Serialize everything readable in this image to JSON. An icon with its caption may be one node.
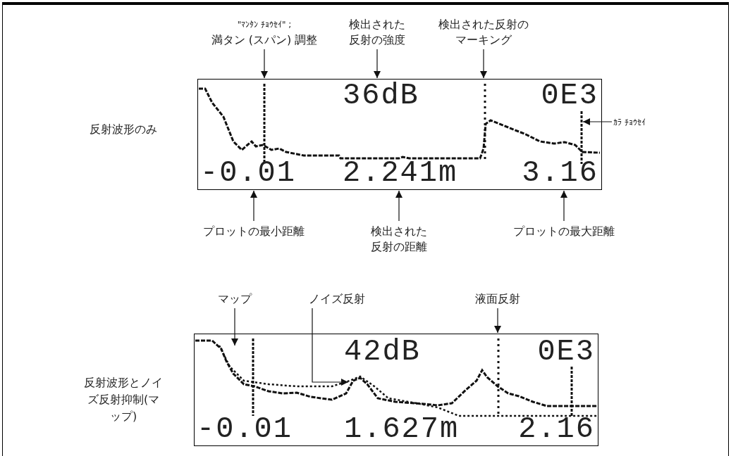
{
  "diagram": {
    "nodes": [
      {
        "text": [
          "36dB",
          "0E3",
          "-0.01",
          "2.241m",
          "3.16"
        ]
      },
      {
        "text": [
          "\"ﾏﾝﾀﾝ ﾁｮｳｾｲ\" ;",
          "満タン (スパン) 調整"
        ]
      },
      {
        "text": [
          "検出された反射の強度"
        ]
      },
      {
        "text": [
          "検出された反射のマーキング"
        ]
      },
      {
        "text": [
          "ｶﾗ ﾁｮｳｾｲ"
        ]
      },
      {
        "text": [
          "プロットの最小距離"
        ]
      },
      {
        "text": [
          "検出された反射の距離"
        ]
      },
      {
        "text": [
          "プロットの最大距離"
        ]
      },
      {
        "text": [
          "42dB",
          "0E3",
          "-0.01",
          "1.627m",
          "2.16"
        ]
      },
      {
        "text": [
          "マップ"
        ]
      },
      {
        "text": [
          "ノイズ反射"
        ]
      },
      {
        "text": [
          "液面反射"
        ]
      }
    ],
    "edges": [
      {
        "from": 1,
        "to": 0,
        "arrow": "to"
      },
      {
        "from": 2,
        "to": 0,
        "arrow": "to"
      },
      {
        "from": 3,
        "to": 0,
        "arrow": "to"
      },
      {
        "from": 4,
        "to": 0,
        "arrow": "to"
      },
      {
        "from": 5,
        "to": 0,
        "arrow": "to"
      },
      {
        "from": 6,
        "to": 0,
        "arrow": "to"
      },
      {
        "from": 7,
        "to": 0,
        "arrow": "to"
      },
      {
        "from": 9,
        "to": 8,
        "arrow": "to"
      },
      {
        "from": 10,
        "to": 8,
        "arrow": "to"
      },
      {
        "from": 11,
        "to": 8,
        "arrow": "to"
      }
    ],
    "labels": [
      "反射波形のみ",
      "反射波形とノイズ反射抑制(マップ)"
    ]
  }
}
